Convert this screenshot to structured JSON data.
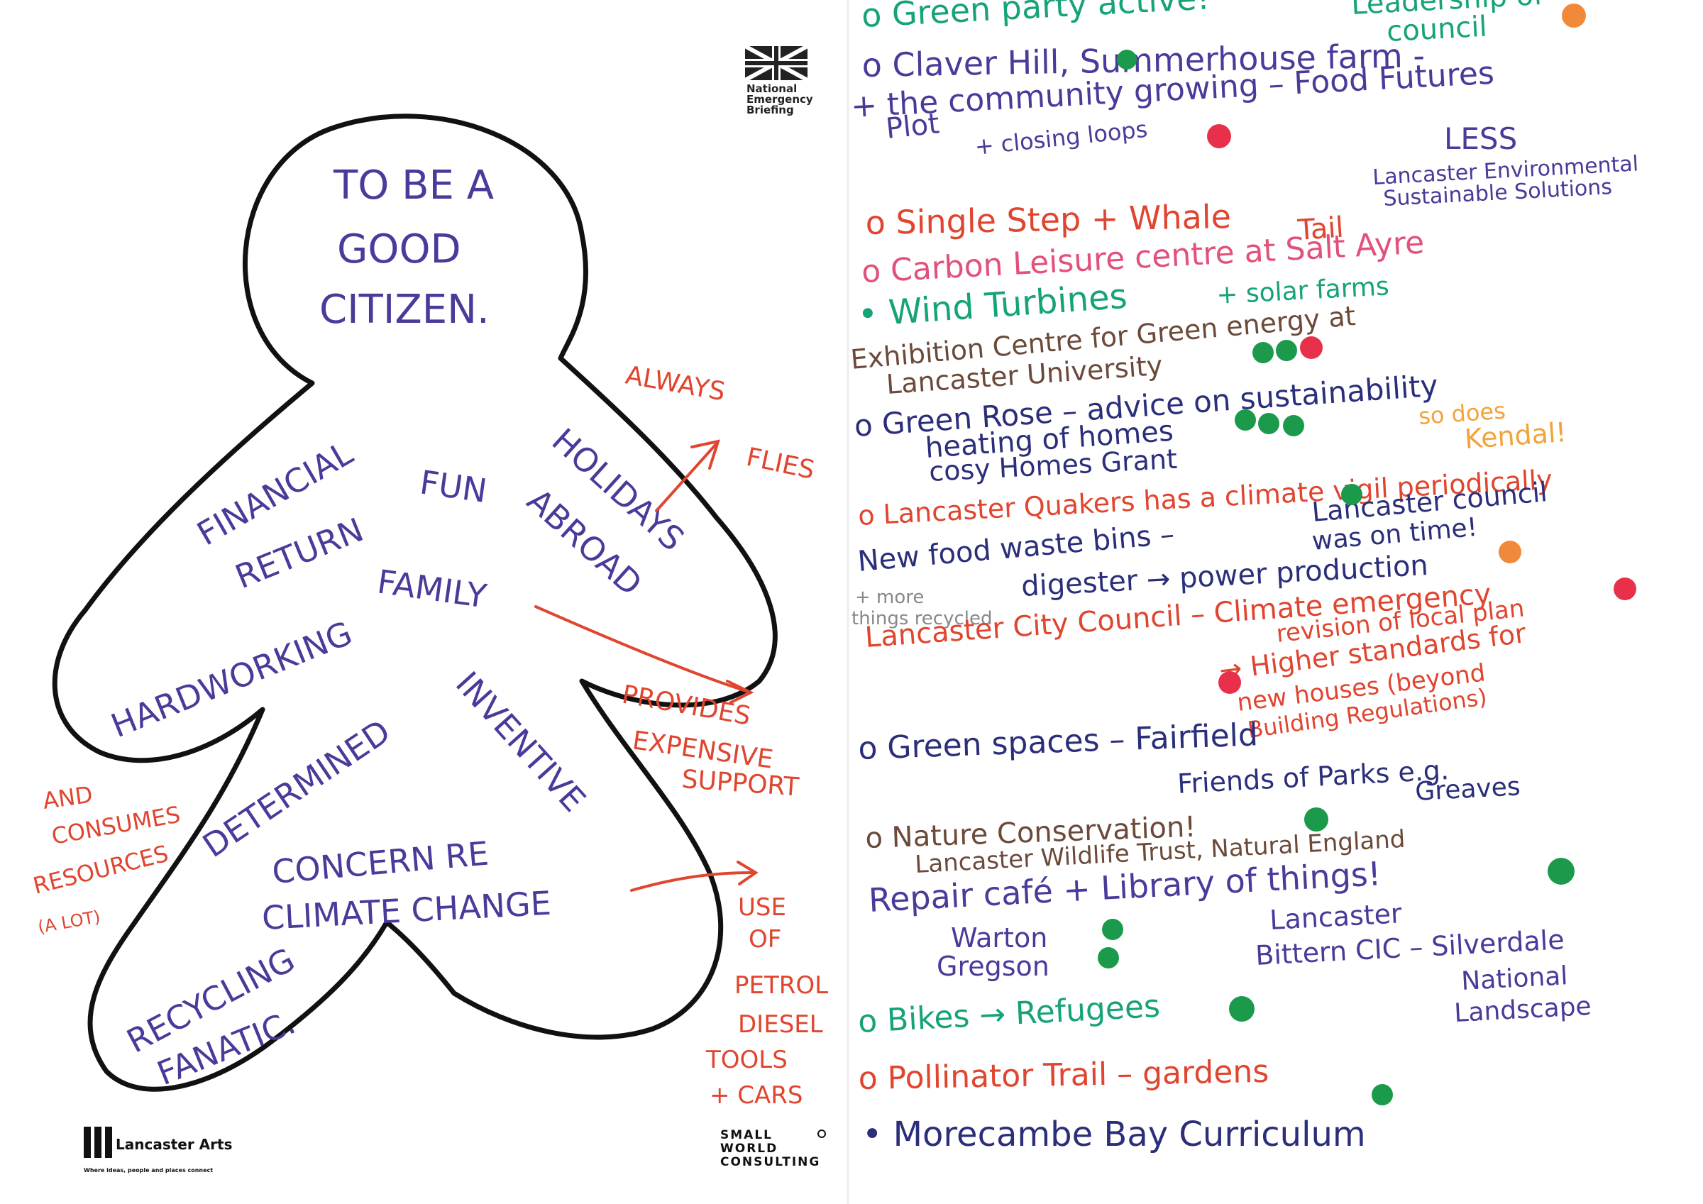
{
  "colors": {
    "purple": "#4a3a9a",
    "red": "#e0452f",
    "pink": "#e2517a",
    "teal": "#17a37a",
    "brown": "#6b4a3a",
    "navy": "#2b2f7a",
    "orange": "#f2a33a",
    "dot_green": "#1a9a4a",
    "dot_red": "#e8304a",
    "dot_orange": "#f08a3a",
    "outline": "#111111"
  },
  "left_panel": {
    "head_text": [
      "TO BE A",
      "GOOD",
      "CITIZEN."
    ],
    "body_words": {
      "financial": "FINANCIAL",
      "return": "RETURN",
      "fun": "FUN",
      "holidays": "HOLIDAYS",
      "abroad": "ABROAD",
      "family": "FAMILY",
      "hardworking": "HARDWORKING",
      "determined": "DETERMINED",
      "inventive": "INVENTIVE",
      "concern": "CONCERN RE",
      "climate_change": "CLIMATE CHANGE",
      "recycling": "RECYCLING",
      "fanatic": "FANATIC."
    },
    "annotations": {
      "always": "ALWAYS",
      "flies": "FLIES",
      "provides": "PROVIDES",
      "expensive": "EXPENSIVE",
      "support": "SUPPORT",
      "and_consumes": [
        "AND",
        "CONSUMES",
        "RESOURCES",
        "(A LOT)"
      ],
      "use_of": [
        "USE",
        "OF",
        "PETROL",
        "DIESEL",
        "TOOLS",
        "+ CARS"
      ]
    }
  },
  "logos": {
    "national_emergency": [
      "National",
      "Emergency",
      "Briefing"
    ],
    "lancaster_arts": "Lancaster Arts",
    "lancaster_arts_tagline": "Where ideas, people and places connect",
    "small_world": [
      "SMALL",
      "WORLD",
      "CONSULTING"
    ]
  },
  "right_panel": {
    "notes": [
      {
        "id": "green-party",
        "text": "o Green party active!"
      },
      {
        "id": "leadership",
        "text": "Leadership of"
      },
      {
        "id": "council",
        "text": "council"
      },
      {
        "id": "claver",
        "text": "o Claver Hill, Summerhouse farm -"
      },
      {
        "id": "community",
        "text": "+ the community growing – Food Futures"
      },
      {
        "id": "plot",
        "text": "Plot"
      },
      {
        "id": "closing",
        "text": "+ closing loops"
      },
      {
        "id": "less",
        "text": "LESS"
      },
      {
        "id": "lancaster-env",
        "text": "Lancaster Environmental"
      },
      {
        "id": "sustainable",
        "text": "Sustainable Solutions"
      },
      {
        "id": "single-step",
        "text": "o Single Step + Whale"
      },
      {
        "id": "tail",
        "text": "Tail"
      },
      {
        "id": "carbon",
        "text": "o Carbon Leisure centre at Salt Ayre"
      },
      {
        "id": "solar",
        "text": "+ solar farms"
      },
      {
        "id": "wind",
        "text": "• Wind Turbines"
      },
      {
        "id": "exhibition",
        "text": "Exhibition Centre for Green energy at"
      },
      {
        "id": "lancaster-uni",
        "text": "Lancaster University"
      },
      {
        "id": "green-rose",
        "text": "o Green Rose – advice on sustainability"
      },
      {
        "id": "heating",
        "text": "heating of homes"
      },
      {
        "id": "cosy",
        "text": "cosy Homes Grant"
      },
      {
        "id": "so-does",
        "text": "so does"
      },
      {
        "id": "kendal",
        "text": "Kendal!"
      },
      {
        "id": "quakers",
        "text": "o Lancaster Quakers has a climate vigil periodically"
      },
      {
        "id": "council2",
        "text": "Lancaster council"
      },
      {
        "id": "was-on-time",
        "text": "was on time!"
      },
      {
        "id": "food-waste",
        "text": "New food waste bins –"
      },
      {
        "id": "more-recycled",
        "text": "+ more"
      },
      {
        "id": "things-recycled",
        "text": "things recycled"
      },
      {
        "id": "digester",
        "text": "digester → power production"
      },
      {
        "id": "city-council",
        "text": "Lancaster City Council – Climate emergency"
      },
      {
        "id": "revision",
        "text": "revision of local plan"
      },
      {
        "id": "higher",
        "text": "→ Higher standards for"
      },
      {
        "id": "new-houses",
        "text": "new houses (beyond"
      },
      {
        "id": "building-regs",
        "text": "Building Regulations)"
      },
      {
        "id": "green-spaces",
        "text": "o Green spaces – Fairfield"
      },
      {
        "id": "friends",
        "text": "Friends of Parks e.g."
      },
      {
        "id": "greaves",
        "text": "Greaves"
      },
      {
        "id": "nature",
        "text": "o Nature Conservation!"
      },
      {
        "id": "wildlife",
        "text": "Lancaster Wildlife Trust, Natural England"
      },
      {
        "id": "repair",
        "text": "Repair café + Library of things!"
      },
      {
        "id": "warton",
        "text": "Warton"
      },
      {
        "id": "gregson",
        "text": "Gregson"
      },
      {
        "id": "lancaster-lot",
        "text": "Lancaster"
      },
      {
        "id": "bittern",
        "text": "Bittern CIC – Silverdale"
      },
      {
        "id": "national",
        "text": "National"
      },
      {
        "id": "landscape",
        "text": "Landscape"
      },
      {
        "id": "bikes",
        "text": "o Bikes → Refugees"
      },
      {
        "id": "pollinator",
        "text": "o Pollinator Trail – gardens"
      },
      {
        "id": "morecambe",
        "text": "• Morecambe Bay Curriculum"
      }
    ]
  }
}
